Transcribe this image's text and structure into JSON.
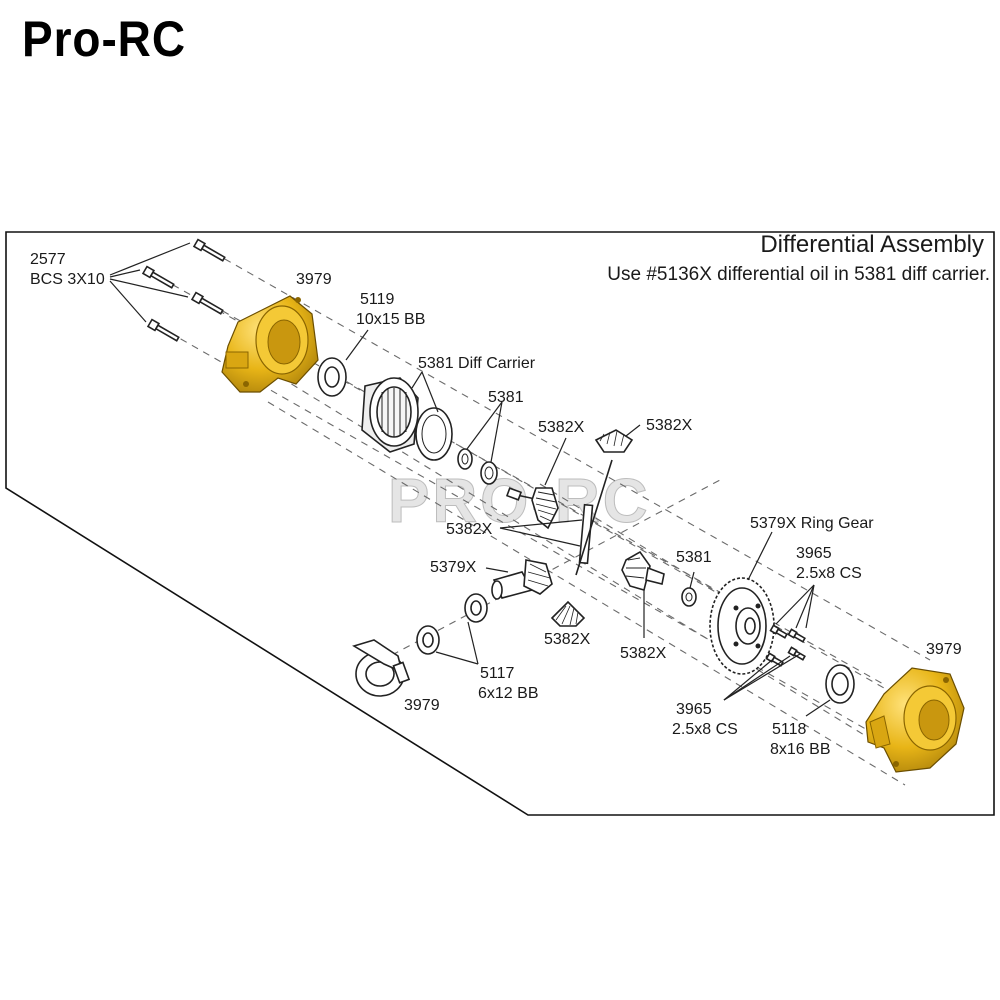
{
  "brand": "Pro-RC",
  "watermark": "PRO-RC",
  "title": "Differential Assembly",
  "subtitle": "Use #5136X differential oil in 5381 diff carrier.",
  "colors": {
    "gold": "#E8B517",
    "gold_dark": "#A87E0A",
    "line": "#222222",
    "accent_grey": "#d9d9d9"
  },
  "labels": {
    "l2577": "2577",
    "bcs": "BCS 3X10",
    "l3979_top": "3979",
    "l5119": "5119",
    "bb10x15": "10x15 BB",
    "diff_carrier": "5381 Diff Carrier",
    "l5381_a": "5381",
    "l5382x_a": "5382X",
    "l5382x_b": "5382X",
    "l5382x_c": "5382X",
    "l5379x": "5379X",
    "l5382x_d": "5382X",
    "l5382x_e": "5382X",
    "l5381_b": "5381",
    "ring_gear": "5379X Ring Gear",
    "l3965_a": "3965",
    "cs_a": "2.5x8 CS",
    "l3979_right": "3979",
    "l5117": "5117",
    "bb6x12": "6x12 BB",
    "l3979_bottom": "3979",
    "l3965_b": "3965",
    "cs_b": "2.5x8 CS",
    "l5118": "5118",
    "bb8x16": "8x16 BB"
  }
}
